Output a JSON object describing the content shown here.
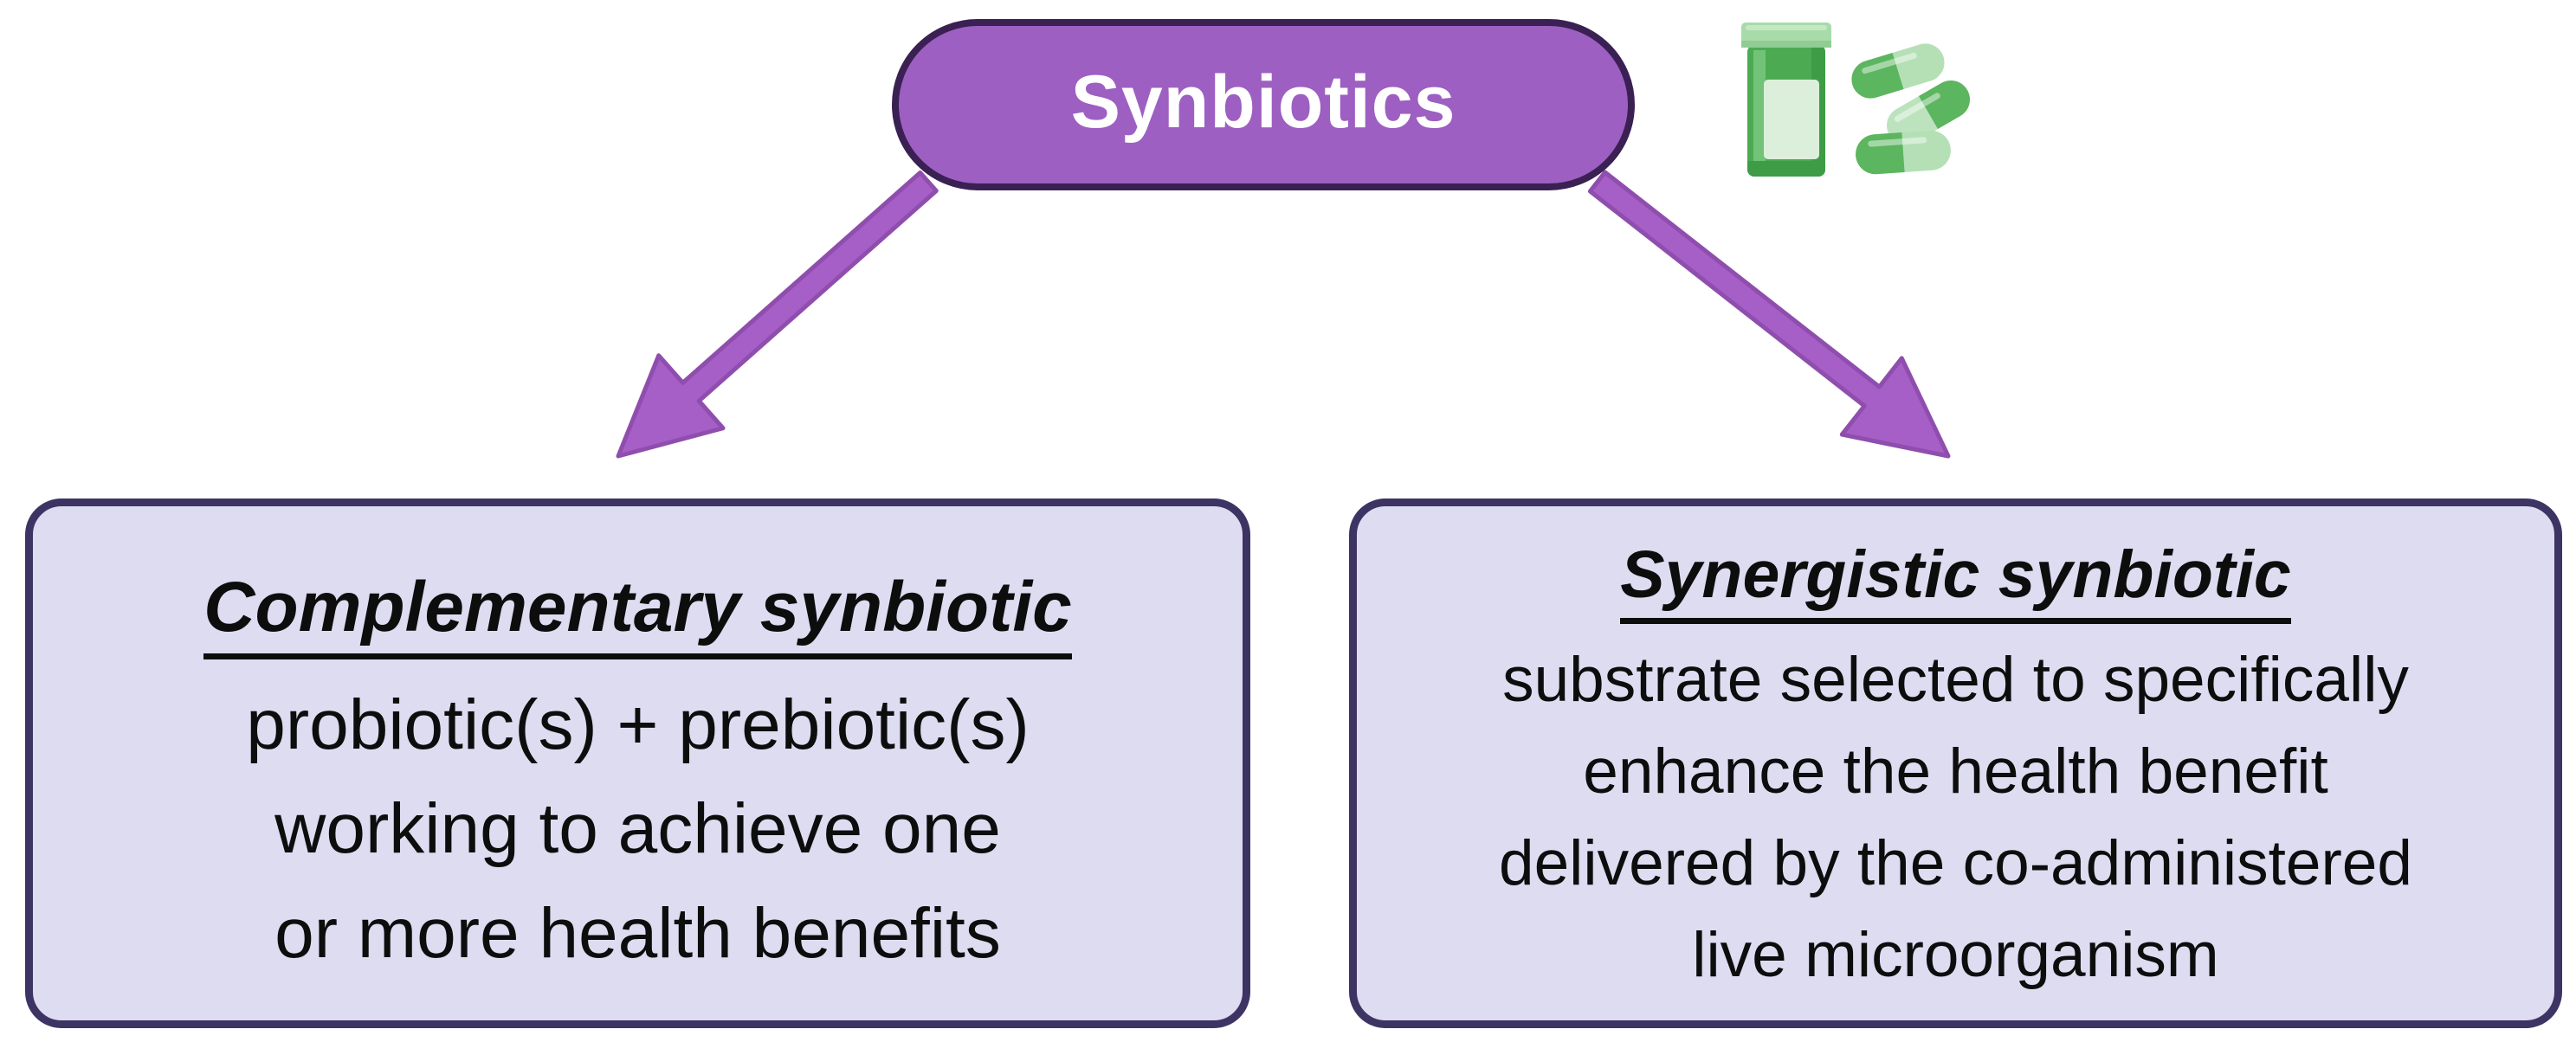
{
  "figure": {
    "root_node": {
      "label": "Synbiotics"
    },
    "left_box": {
      "title": "Complementary synbiotic",
      "lines": [
        "probiotic(s) + prebiotic(s)",
        "working to achieve one",
        "or more health benefits"
      ]
    },
    "right_box": {
      "title": "Synergistic synbiotic",
      "lines": [
        "substrate selected to specifically",
        "enhance the health benefit",
        "delivered by the co-administered",
        "live microorganism"
      ]
    },
    "icons": {
      "bottle": "pill-bottle-icon",
      "capsules": "capsules-icon"
    },
    "colors": {
      "node_fill": "#9D5FC2",
      "node_border": "#3A2053",
      "node_text": "#FFFFFF",
      "arrow_fill": "#A55FC7",
      "arrow_stroke": "#8F4EAD",
      "box_fill": "#DEDCF1",
      "box_border": "#3D3464",
      "box_text": "#0D0D0D",
      "icon_green": "#4CAB52",
      "icon_green_dark": "#3E9B46",
      "icon_green_light": "#B5E0B6",
      "icon_green_pale": "#DCEFDB"
    }
  }
}
